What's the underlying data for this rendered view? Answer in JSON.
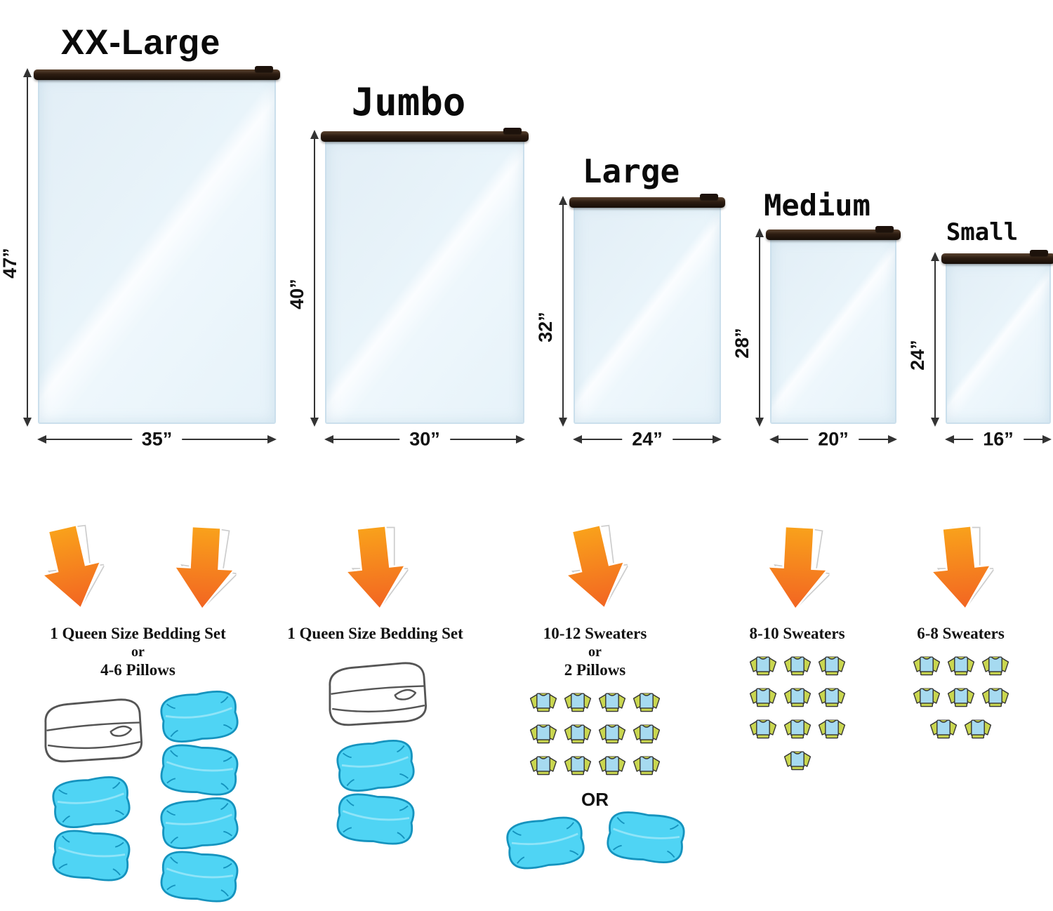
{
  "bags": [
    {
      "label": "XX-Large",
      "height": "47”",
      "width": "35”"
    },
    {
      "label": "Jumbo",
      "height": "40”",
      "width": "30”"
    },
    {
      "label": "Large",
      "height": "32”",
      "width": "24”"
    },
    {
      "label": "Medium",
      "height": "28”",
      "width": "20”"
    },
    {
      "label": "Small",
      "height": "24”",
      "width": "16”"
    }
  ],
  "capacities": {
    "xxl": {
      "line1": "1 Queen Size Bedding Set",
      "line2": "or",
      "line3": "4-6 Pillows",
      "left_pillow_rows": [
        1,
        1
      ],
      "right_pillow_rows": [
        1,
        1,
        1,
        1
      ]
    },
    "jumbo": {
      "line1": "1 Queen Size Bedding Set",
      "pillow_rows": [
        1,
        1
      ]
    },
    "large": {
      "line1": "10-12 Sweaters",
      "line2": "or",
      "line3": "2 Pillows",
      "sweater_rows": [
        4,
        4,
        4
      ],
      "or_label": "OR",
      "pillow_rows": [
        2
      ]
    },
    "medium": {
      "line1": "8-10 Sweaters",
      "sweater_rows": [
        3,
        3,
        3,
        1
      ]
    },
    "small": {
      "line1": "6-8 Sweaters",
      "sweater_rows": [
        3,
        3,
        2
      ]
    }
  },
  "colors": {
    "arrow_orange_top": "#F9A11B",
    "arrow_orange_bottom": "#F26522",
    "pillow_fill": "#4FD4F4",
    "pillow_stroke": "#1593BE",
    "sweater_body": "#A6DAF0",
    "sweater_trim": "#C9D64F",
    "bag_fill": "#EAF4FB",
    "zipper": "#160D07",
    "dimension_line": "#333333"
  },
  "icons": [
    "down-arrow-icon",
    "pillow-icon",
    "sweater-icon",
    "comforter-icon"
  ]
}
